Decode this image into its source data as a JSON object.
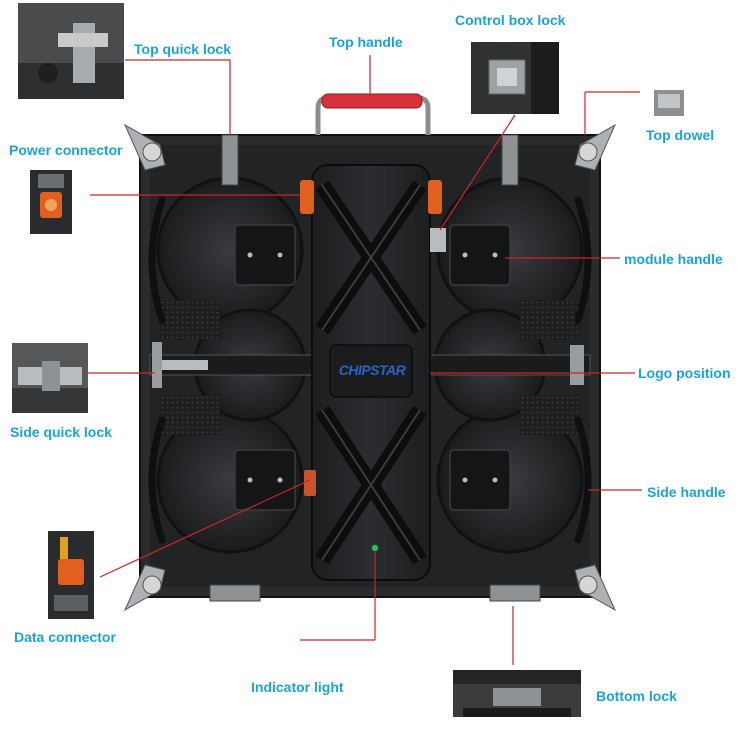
{
  "brand": {
    "logo_text": "CHIPSTAR",
    "logo_color": "#2b63c9",
    "logo_accent": "#e8262b"
  },
  "colors": {
    "label": "#1aa3d9",
    "leader_line": "#c8262b",
    "panel_body": "#2a2b2d",
    "panel_dark": "#161718",
    "metal": "#b9bcbf",
    "connector_orange": "#e2601f",
    "handle_red": "#d9303a"
  },
  "callouts": {
    "top_quick_lock": "Top quick lock",
    "top_handle": "Top handle",
    "control_box_lock": "Control box lock",
    "power_connector": "Power connector",
    "top_dowel": "Top dowel",
    "module_handle": "module handle",
    "logo_position": "Logo position",
    "side_quick_lock": "Side quick lock",
    "side_handle": "Side handle",
    "data_connector": "Data connector",
    "indicator_light": "Indicator light",
    "bottom_lock": "Bottom lock"
  }
}
